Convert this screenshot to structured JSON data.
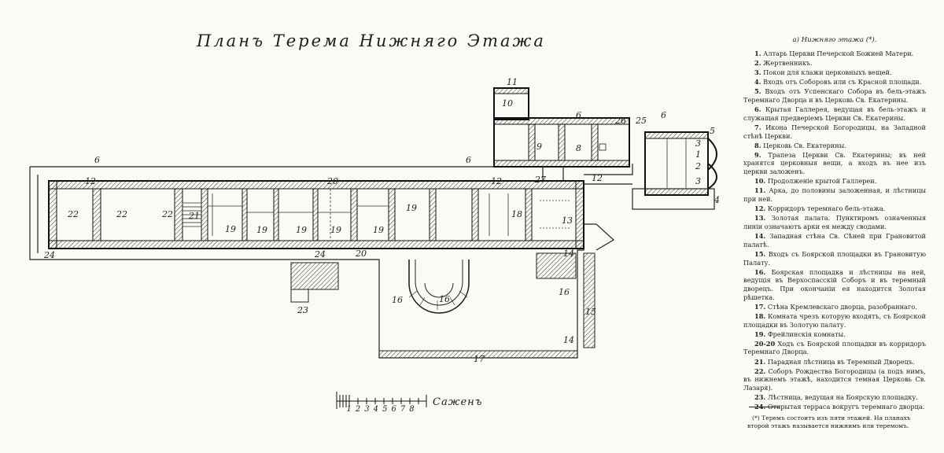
{
  "plan_title": "Планъ Терема Нижняго Этажа",
  "legend": {
    "header": "а) Нижняго этажа (*).",
    "items": [
      {
        "n": "1.",
        "text": "Алтарь Церкви Печерской Божией Матери."
      },
      {
        "n": "2.",
        "text": "Жертвенникъ."
      },
      {
        "n": "3.",
        "text": "Покои для клажи церковныхъ вещей."
      },
      {
        "n": "4.",
        "text": "Входъ отъ Соборовъ или съ Красной площади."
      },
      {
        "n": "5.",
        "text": "Входъ отъ Успенскаго Собора въ бель-этажъ Теремнаго Дворца и въ Церковь Св. Екатерины."
      },
      {
        "n": "6.",
        "text": "Крытая Галлерея, ведущая въ бель-этажъ и служащая предверіемъ Церкви Св. Екатерины."
      },
      {
        "n": "7.",
        "text": "Икона Печерской Богородицы, на Западной стѣнѣ Церкви."
      },
      {
        "n": "8.",
        "text": "Церковь Св. Екатерины."
      },
      {
        "n": "9.",
        "text": "Трапеза Церкви Св. Екатерины; въ ней хранятся церковныя вещи, а входъ въ нее изъ церкви заложенъ."
      },
      {
        "n": "10.",
        "text": "Продолженіе крытой Галлереи."
      },
      {
        "n": "11.",
        "text": "Арка, до половины заложенная, и лѣстницы при ней."
      },
      {
        "n": "12.",
        "text": "Корридоръ теремнаго бель-этажа."
      },
      {
        "n": "13.",
        "text": "Золотая палата. Пунктиромъ означенныя линіи означаютъ арки ея между сводами."
      },
      {
        "n": "14.",
        "text": "Западная стѣна Св. Сѣней при Грановитой палатѣ."
      },
      {
        "n": "15.",
        "text": "Входъ съ Боярской площадки въ Грановитую Палату."
      },
      {
        "n": "16.",
        "text": "Боярская площадка и лѣстницы на ней, ведущія въ Верхоспасскій Соборъ и въ теремный дворецъ. При окончаніи ея находится Золотая рѣшетка."
      },
      {
        "n": "17.",
        "text": "Стѣна Кремлевскаго дворца, разобраннаго."
      },
      {
        "n": "18.",
        "text": "Комната чрезъ которую входятъ, съ Боярской площадки въ Золотую палату."
      },
      {
        "n": "19.",
        "text": "Фрейлинскія комнаты."
      },
      {
        "n": "20-20",
        "text": "Ходъ съ Боярской площадки въ корридоръ Теремнаго Дворца."
      },
      {
        "n": "21.",
        "text": "Парадная лѣстница въ Теремный Дворецъ."
      },
      {
        "n": "22.",
        "text": "Соборъ Рождества Богородицы (а подъ нимъ, въ нижнемъ этажѣ, находится темная Церковь Св. Лазаря)."
      },
      {
        "n": "23.",
        "text": "Лѣстница, ведущая на Боярскую площадку."
      },
      {
        "n": "24.",
        "text": "Открытая терраса вокругъ теремнаго дворца."
      }
    ]
  },
  "footnote": "(*) Теремъ состоитъ изъ пяти этажей. На планахъ второй этажъ называется нижнимъ или теремомъ.",
  "scale": {
    "unit": "Саженъ",
    "numbers": [
      "1",
      "2",
      "3",
      "4",
      "5",
      "6",
      "7",
      "8"
    ]
  },
  "room_numbers": {
    "r1": "1",
    "r2": "2",
    "r3": "3",
    "r3b": "3",
    "r4": "4",
    "r5": "5",
    "r6a": "6",
    "r6b": "6",
    "r6c": "6",
    "r6d": "6",
    "r8": "8",
    "r9": "9",
    "r10": "10",
    "r11": "11",
    "r12a": "12",
    "r12b": "12",
    "r12c": "12",
    "r13": "13",
    "r14a": "14",
    "r14b": "14",
    "r15": "15",
    "r16a": "16",
    "r16b": "16",
    "r16c": "16",
    "r17": "17",
    "r18": "18",
    "r19a": "19",
    "r19b": "19",
    "r19c": "19",
    "r19d": "19",
    "r19e": "19",
    "r19f": "19",
    "r20a": "20",
    "r20b": "20",
    "r21": "21",
    "r22a": "22",
    "r22b": "22",
    "r22c": "22",
    "r23": "23",
    "r24a": "24",
    "r24b": "24",
    "r25": "25",
    "r26": "26",
    "r27": "27"
  }
}
